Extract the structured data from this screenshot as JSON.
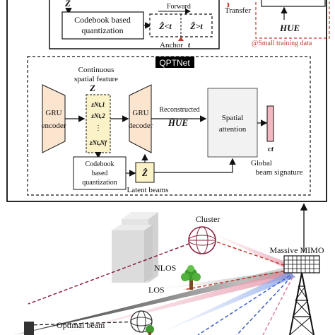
{
  "top_panel": {
    "z_partial": "Z",
    "codebook_label_line1": "Codebook based",
    "codebook_label_line2": "quantization",
    "forward_label": "Forward",
    "z_before": "Ẑ<t",
    "z_after": "Ẑ>t",
    "anchor_label": "Anchor",
    "anchor_var": "t",
    "transfer_label": "Transfer",
    "h_ue_top": "HUE",
    "small_training": "@Small training data"
  },
  "qptnet": {
    "title": "QPTNet",
    "continuous_feature_line1": "Continuous",
    "continuous_feature_line2": "spatial feature",
    "z_label": "Z",
    "z_rows": [
      "zNt,1",
      "zNt,2",
      "⋮",
      "zNt,Nf"
    ],
    "gru_encoder_line1": "GRU",
    "gru_encoder_line2": "encoder",
    "gru_decoder_line1": "GRU",
    "gru_decoder_line2": "decoder",
    "reconstructed_label": "Reconstructed",
    "h_ue_hat": "ĤUE",
    "spatial_attention_line1": "Spatial",
    "spatial_attention_line2": "attention",
    "c_t": "ct",
    "global_sig_line1": "Global",
    "global_sig_line2": "beam signature",
    "codebook_line1": "Codebook",
    "codebook_line2": "based",
    "codebook_line3": "quantization",
    "z_hat": "Ẑ",
    "latent_beams": "Latent beams"
  },
  "scene": {
    "cluster": "Cluster",
    "massive_mimo": "Massive MIMO",
    "nlos": "NLOS",
    "los": "LOS",
    "optimal_beam": "Optimal beam"
  },
  "colors": {
    "encoder_fill": "#fbe5cf",
    "zcol_fill": "#fcf2c8",
    "ct_fill": "#f2b8c0",
    "attention_fill": "#f2f2f2",
    "beam_red": "#c0392b",
    "beam_pink": "#e8a0b0",
    "accent_red": "#d0342c"
  }
}
